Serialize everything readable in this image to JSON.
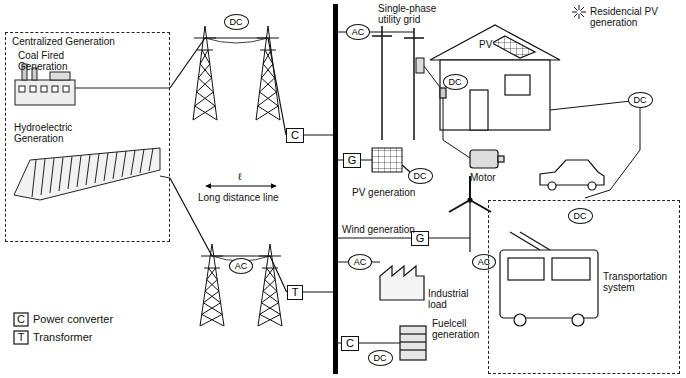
{
  "diagram": {
    "nodes": [
      {
        "text": [
          "Centralized Generation"
        ]
      },
      {
        "text": [
          "DC"
        ]
      },
      {
        "text": [
          "AC"
        ]
      },
      {
        "text": [
          "C"
        ]
      },
      {
        "text": [
          "T"
        ]
      },
      {
        "text": [
          "AC"
        ]
      },
      {
        "text": [
          "DC"
        ]
      },
      {
        "text": [
          "DC"
        ]
      },
      {
        "text": [
          "G"
        ]
      },
      {
        "text": [
          "DC"
        ]
      },
      {
        "text": [
          "G"
        ]
      },
      {
        "text": [
          "AC"
        ]
      },
      {
        "text": [
          "AC"
        ]
      },
      {
        "text": [
          "C"
        ]
      },
      {
        "text": [
          "DC"
        ]
      },
      {
        "text": [
          "Transportation system"
        ]
      },
      {
        "text": [
          "DC"
        ],
        "in": 15
      }
    ],
    "edges": [
      {
        "from": 0,
        "to": 3,
        "arrow": "none"
      },
      {
        "from": 0,
        "to": 4,
        "arrow": "none"
      }
    ],
    "labels": [
      "Coal Fired Generation",
      "Hydroelectric Generation",
      "ℓ",
      "Long distance line",
      "Single-phase utility grid",
      "Residencial PV generation",
      "PV",
      "Motor",
      "PV generation",
      "Wind generation",
      "Industrial load",
      "Fuelcell generation",
      "C",
      "T"
    ],
    "legend": [
      {
        "text": "Power converter"
      },
      {
        "text": "Transformer"
      }
    ]
  }
}
